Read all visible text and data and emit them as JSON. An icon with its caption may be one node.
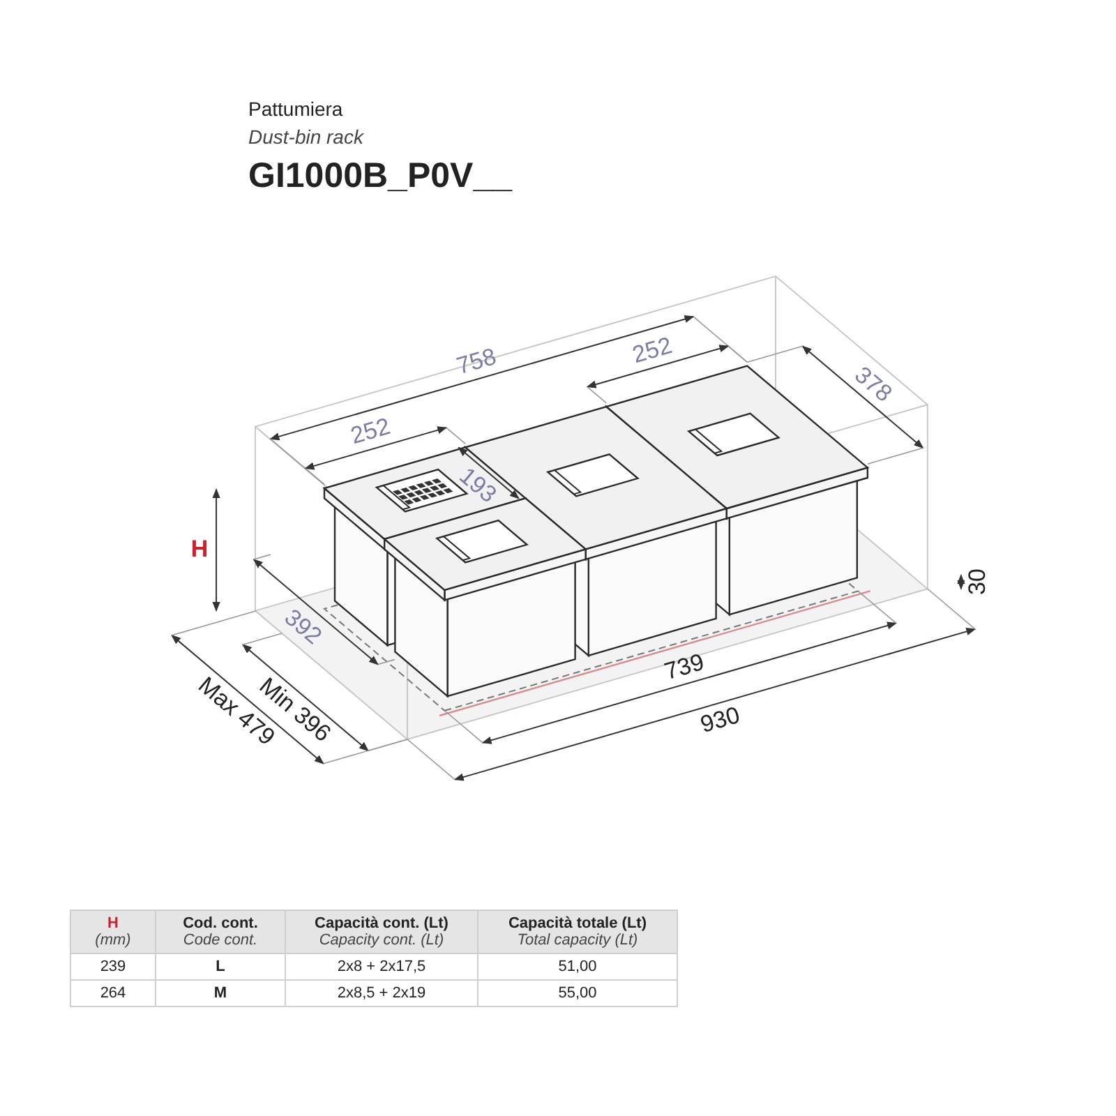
{
  "diagram": {
    "labels": [
      "Pattumiera",
      "Dust-bin rack",
      "GI1000B_P0V__",
      "758",
      "252",
      "378",
      "252",
      "193",
      "392",
      "H",
      "30",
      "Min 396",
      "Max 479",
      "739",
      "930",
      "H",
      "(mm)",
      "Cod. cont.",
      "Code cont.",
      "Capacità cont. (Lt)",
      "Capacity cont. (Lt)",
      "Capacità totale (Lt)",
      "Total capacity (Lt)",
      "239",
      "L",
      "2x8 + 2x17,5",
      "51,00",
      "264",
      "M",
      "2x8,5 + 2x19",
      "55,00"
    ]
  }
}
